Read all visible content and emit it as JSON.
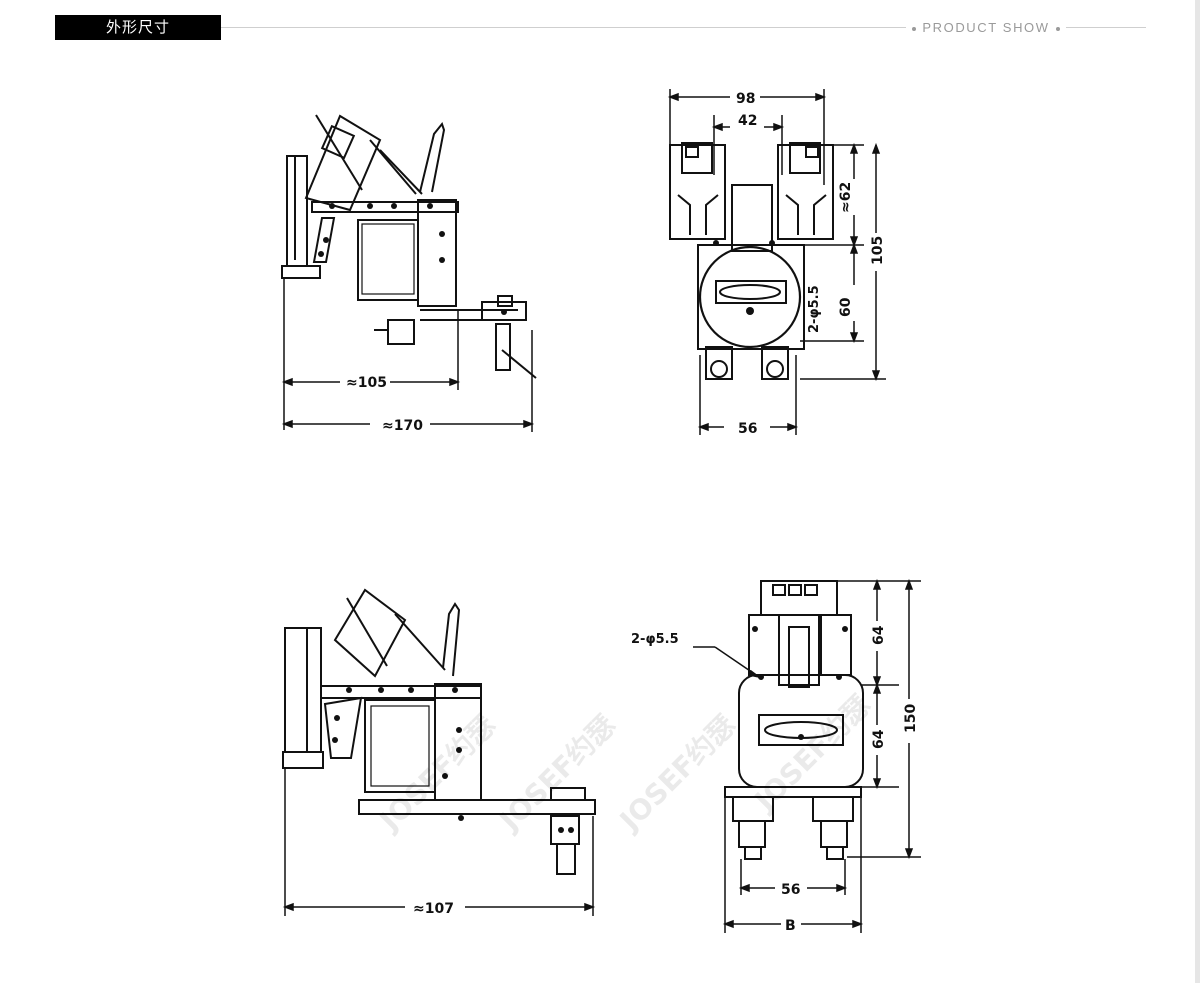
{
  "header": {
    "title": "外形尺寸",
    "caption": "PRODUCT SHOW"
  },
  "watermark": {
    "text": "JOSEF约瑟"
  },
  "drawings": {
    "top_side": {
      "dim_inner": "≈105",
      "dim_outer": "≈170"
    },
    "top_front": {
      "dim_98": "98",
      "dim_42": "42",
      "dim_62": "≈62",
      "dim_105": "105",
      "dim_60": "60",
      "hole": "2-φ5.5",
      "dim_56": "56"
    },
    "bottom_side": {
      "dim_width": "≈107"
    },
    "bottom_front": {
      "hole": "2-φ5.5",
      "dim_64a": "64",
      "dim_64b": "64",
      "dim_150": "150",
      "dim_56": "56",
      "dim_B": "B"
    }
  }
}
